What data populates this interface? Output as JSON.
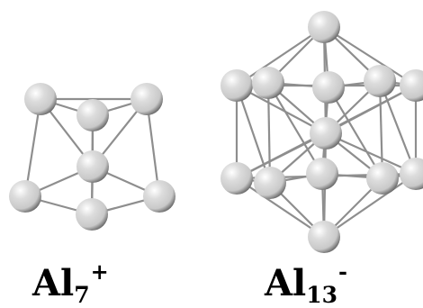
{
  "clusters": [
    {
      "symbol": "Al",
      "subscript": "7",
      "superscript": "+"
    },
    {
      "symbol": "Al",
      "subscript": "13",
      "superscript": "-"
    }
  ],
  "colors": {
    "atom_highlight": "#ffffff",
    "atom_mid": "#c9c9c9",
    "atom_shadow": "#5a5a5a",
    "bond": "#8e8e8e"
  }
}
